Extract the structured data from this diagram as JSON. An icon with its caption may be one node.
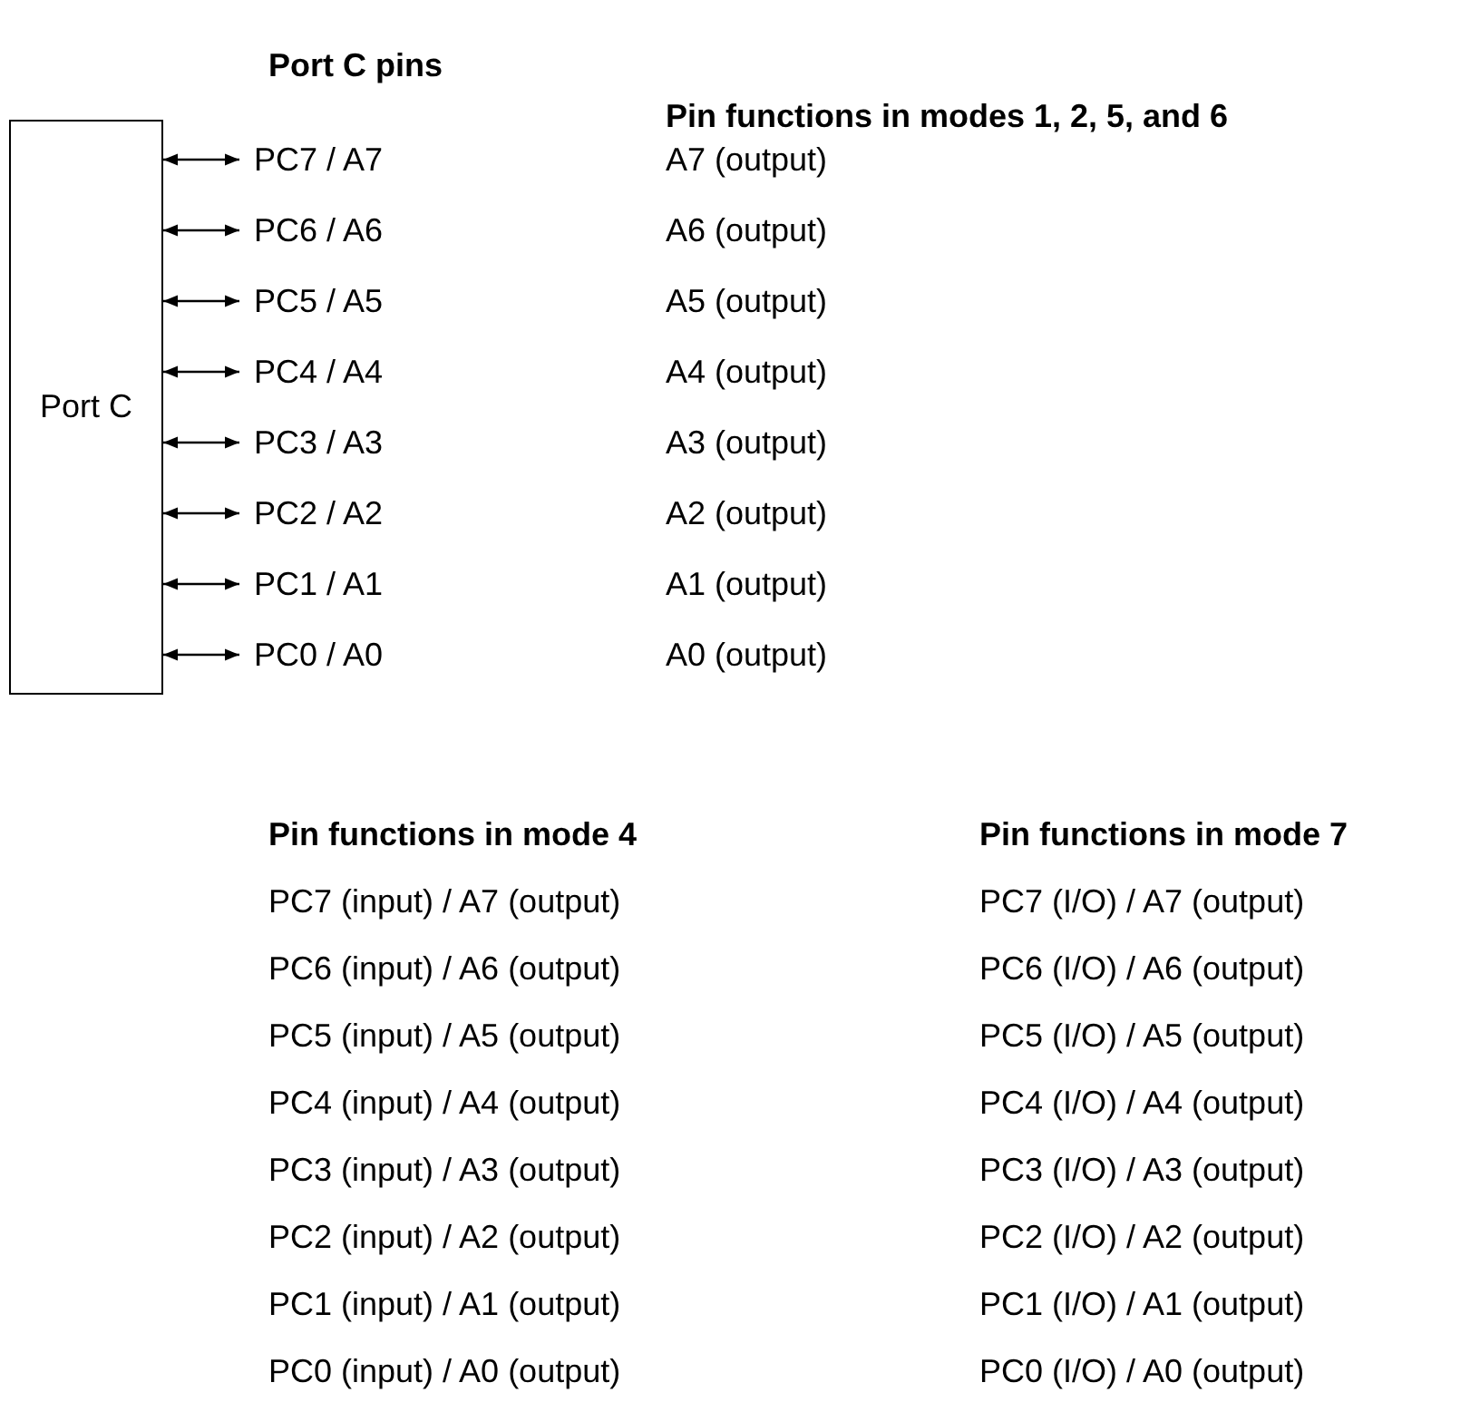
{
  "diagram": {
    "nodes": [
      {
        "text": [
          "Port C"
        ]
      },
      {
        "text": [
          "PC7 / A7"
        ]
      },
      {
        "text": [
          "PC6 / A6"
        ]
      },
      {
        "text": [
          "PC5 / A5"
        ]
      },
      {
        "text": [
          "PC4 / A4"
        ]
      },
      {
        "text": [
          "PC3 / A3"
        ]
      },
      {
        "text": [
          "PC2 / A2"
        ]
      },
      {
        "text": [
          "PC1 / A1"
        ]
      },
      {
        "text": [
          "PC0 / A0"
        ]
      }
    ],
    "edges": [
      {
        "from": 0,
        "to": 1,
        "arrow": "both"
      },
      {
        "from": 0,
        "to": 2,
        "arrow": "both"
      },
      {
        "from": 0,
        "to": 3,
        "arrow": "both"
      },
      {
        "from": 0,
        "to": 4,
        "arrow": "both"
      },
      {
        "from": 0,
        "to": 5,
        "arrow": "both"
      },
      {
        "from": 0,
        "to": 6,
        "arrow": "both"
      },
      {
        "from": 0,
        "to": 7,
        "arrow": "both"
      },
      {
        "from": 0,
        "to": 8,
        "arrow": "both"
      }
    ],
    "labels": [
      "Port C pins",
      "Pin functions in modes 1, 2, 5, and 6",
      "A7 (output)",
      "A6 (output)",
      "A5 (output)",
      "A4 (output)",
      "A3 (output)",
      "A2 (output)",
      "A1 (output)",
      "A0 (output)",
      "Pin functions in mode 4",
      "Pin functions in mode 7",
      "PC7 (input) / A7 (output)",
      "PC7 (I/O) / A7 (output)",
      "PC6 (input) / A6 (output)",
      "PC6 (I/O) / A6 (output)",
      "PC5 (input) / A5 (output)",
      "PC5 (I/O) / A5 (output)",
      "PC4 (input) / A4 (output)",
      "PC4 (I/O) / A4 (output)",
      "PC3 (input) / A3 (output)",
      "PC3 (I/O) / A3 (output)",
      "PC2 (input) / A2 (output)",
      "PC2 (I/O) / A2 (output)",
      "PC1 (input) / A1 (output)",
      "PC1 (I/O) / A1 (output)",
      "PC0 (input) / A0 (output)",
      "PC0 (I/O) / A0 (output)"
    ]
  }
}
